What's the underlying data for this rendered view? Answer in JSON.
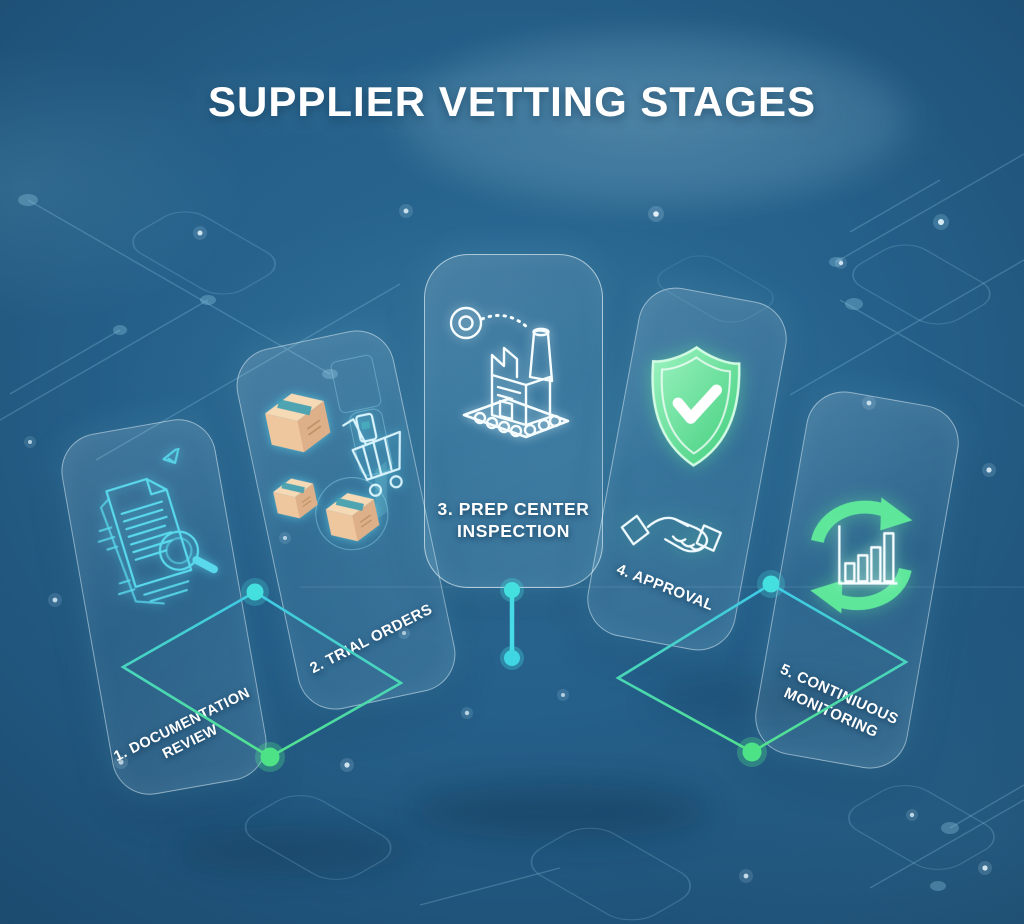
{
  "title": "SUPPLIER VETTING STAGES",
  "stages": [
    {
      "label": {
        "line1": "1. DOCUMENTATION",
        "line2": "REVIEW"
      },
      "icon": "document-magnifier-icon"
    },
    {
      "label": {
        "line1": "2. TRIAL ORDERS",
        "line2": ""
      },
      "icon": "boxes-cart-icon"
    },
    {
      "label": {
        "line1": "3. PREP CENTER",
        "line2": "INSPECTION"
      },
      "icon": "factory-icon"
    },
    {
      "label": {
        "line1": "4. APPROVAL",
        "line2": ""
      },
      "icon": "shield-check-handshake-icon"
    },
    {
      "label": {
        "line1": "5. CONTINIUOUS",
        "line2": "MONITORING"
      },
      "icon": "refresh-bars-icon"
    }
  ],
  "colors": {
    "background_deep": "#153d5c",
    "background_mid": "#2b6a93",
    "accent_cyan": "#44e0df",
    "accent_green": "#4ee287",
    "icon_cyan": "#5ad9ed",
    "icon_white": "#f6fdff",
    "shield_green": "#41ce7d",
    "box_tan": "#f6dab6",
    "text": "#ffffff"
  }
}
